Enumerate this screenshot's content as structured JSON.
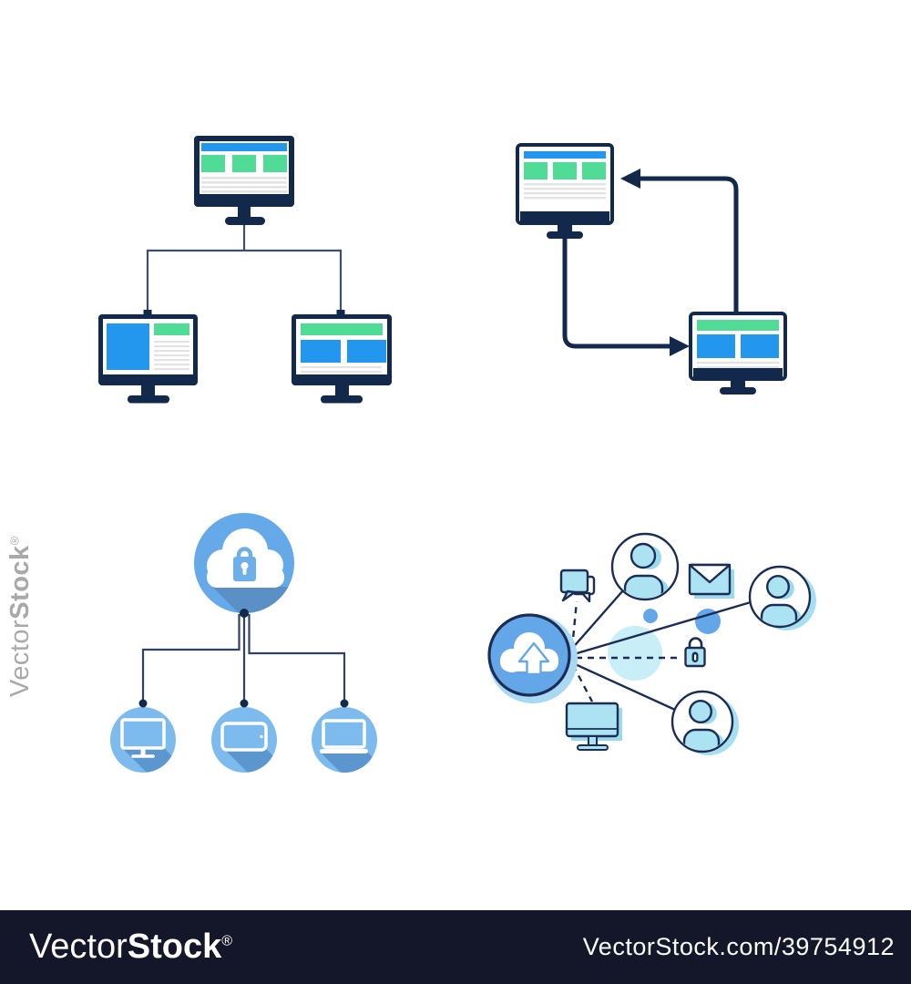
{
  "watermark": {
    "side_brand_light": "Vector",
    "side_brand_bold": "Stock",
    "side_registered": "®",
    "bar_brand_light": "Vector",
    "bar_brand_bold": "Stock",
    "bar_registered": "®",
    "bar_url": "VectorStock.com/39754912"
  },
  "palette": {
    "navy_frame": "#12294B",
    "outline_navy": "#1B2D55",
    "screen_blue": "#2397EE",
    "screen_green": "#50DB96",
    "screen_gray": "#E3E3E3",
    "flat_circle_blue": "#66A9E8",
    "flat_circle_light": "#7DBBEE",
    "flat_long_shadow": "#5B90C6",
    "icon_fill_light_blue": "#ABE3F2",
    "icon_shadow_cyan": "#9ADAEF",
    "decor_cyan": "#C8EEF7",
    "decor_dot_blue": "#64A7E8",
    "connector_slate": "#3D4F71",
    "watermark_bar_bg": "#131729",
    "watermark_side_gray": "#A9A9A9"
  },
  "diagrams": [
    {
      "id": "monitor-tree",
      "position": "top-left",
      "icons": [
        "server-monitor",
        "client-monitor-left",
        "client-monitor-right"
      ],
      "description": "one monitor connected down to two monitors"
    },
    {
      "id": "monitor-sync-cycle",
      "position": "top-right",
      "icons": [
        "monitor-a",
        "monitor-b",
        "arrow-left",
        "arrow-right"
      ],
      "description": "two monitors exchanging data in a loop"
    },
    {
      "id": "cloud-lock-devices",
      "position": "bottom-left",
      "icons": [
        "cloud-lock-circle",
        "desktop-circle",
        "tablet-circle",
        "laptop-circle"
      ],
      "description": "secure cloud linked to desktop, tablet and laptop"
    },
    {
      "id": "cloud-upload-network",
      "position": "bottom-right",
      "icons": [
        "cloud-upload-circle",
        "chat-bubbles",
        "user-avatar-top",
        "mail-envelope",
        "user-avatar-right",
        "padlock",
        "desktop-monitor",
        "user-avatar-bottom"
      ],
      "description": "cloud upload hub connected to users, mail, chat, lock and monitor"
    }
  ]
}
